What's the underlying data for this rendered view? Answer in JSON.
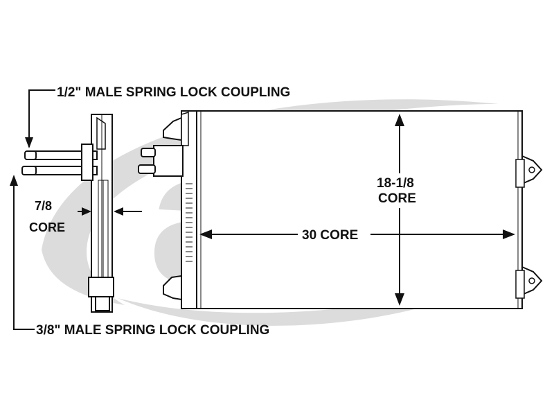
{
  "watermark": {
    "text": "acr",
    "color": "#dcdcdc"
  },
  "labels": {
    "top_coupling": "1/2\" MALE SPRING LOCK COUPLING",
    "bottom_coupling": "3/8\" MALE SPRING LOCK COUPLING",
    "depth_value": "7/8",
    "depth_unit": "CORE",
    "height_value": "18-1/8",
    "height_unit": "CORE",
    "width": "30 CORE"
  },
  "colors": {
    "line": "#111111",
    "background": "#ffffff"
  }
}
